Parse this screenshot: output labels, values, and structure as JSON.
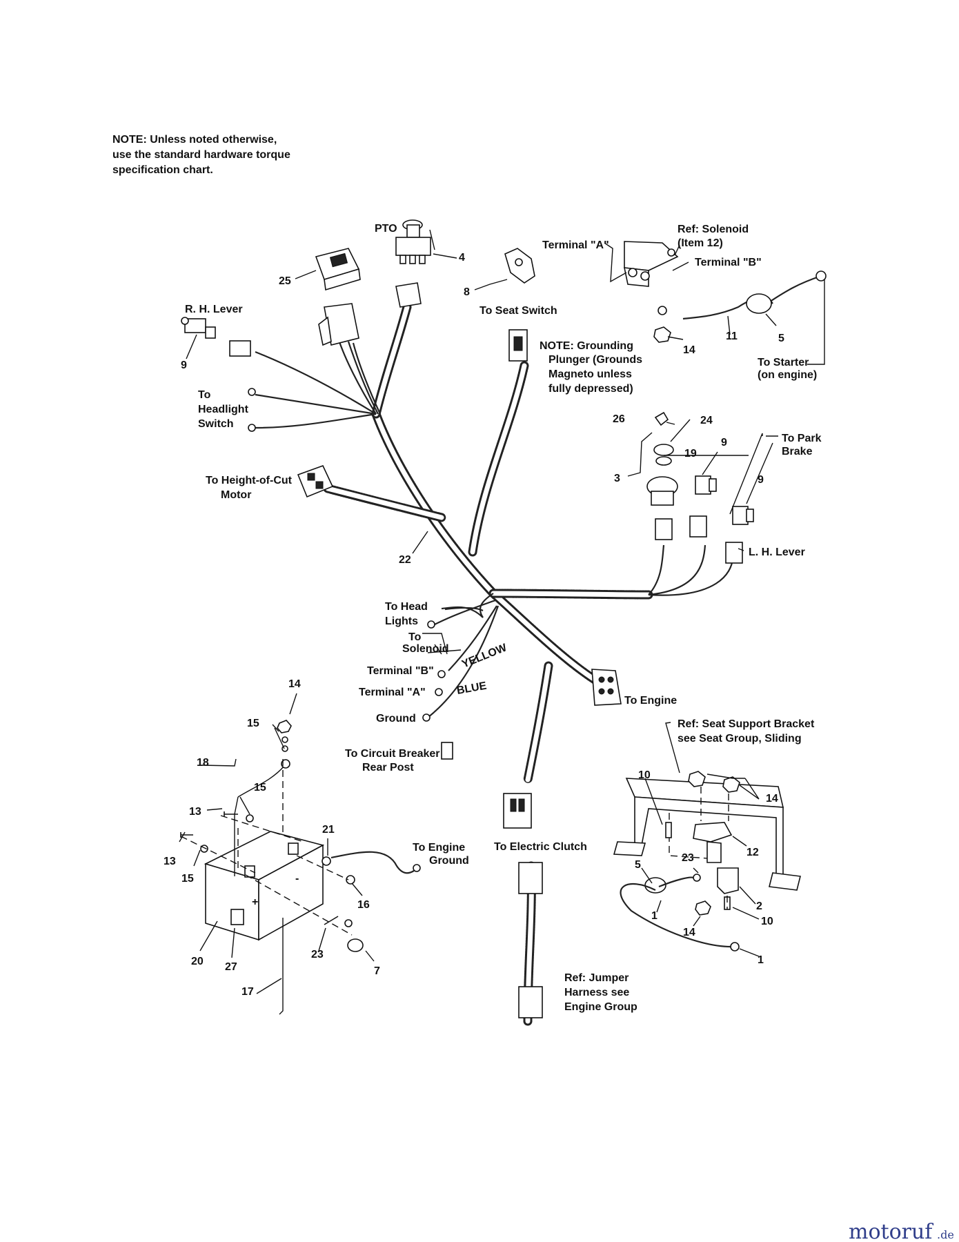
{
  "note": {
    "line1": "NOTE: Unless noted otherwise,",
    "line2": "use the standard hardware torque",
    "line3": "specification chart."
  },
  "labels": {
    "pto": "PTO",
    "terminal_a_top": "Terminal \"A\"",
    "ref_solenoid_1": "Ref: Solenoid",
    "ref_solenoid_2": "(Item 12)",
    "terminal_b_top": "Terminal \"B\"",
    "rh_lever": "R. H. Lever",
    "to_seat_switch": "To Seat Switch",
    "grounding_1": "NOTE: Grounding",
    "grounding_2": "Plunger (Grounds",
    "grounding_3": "Magneto unless",
    "grounding_4": "fully depressed)",
    "to_starter_1": "To Starter",
    "to_starter_2": "(on engine)",
    "headlight_1": "To",
    "headlight_2": "Headlight",
    "headlight_3": "Switch",
    "to_park_1": "To Park",
    "to_park_2": "Brake",
    "hoc_1": "To Height-of-Cut",
    "hoc_2": "Motor",
    "lh_lever": "L. H. Lever",
    "head_lights_1": "To Head",
    "head_lights_2": "Lights",
    "to_solenoid_1": "To",
    "to_solenoid_2": "Solenoid",
    "terminal_b": "Terminal \"B\"",
    "terminal_a": "Terminal \"A\"",
    "yellow": "YELLOW",
    "blue": "BLUE",
    "to_engine": "To Engine",
    "ground": "Ground",
    "circuit_1": "To Circuit Breaker",
    "circuit_2": "Rear Post",
    "seat_bracket_1": "Ref: Seat Support Bracket",
    "seat_bracket_2": "see  Seat Group, Sliding",
    "engine_ground_1": "To Engine",
    "engine_ground_2": "Ground",
    "electric_clutch": "To  Electric Clutch",
    "jumper_1": "Ref: Jumper",
    "jumper_2": "Harness see",
    "jumper_3": "Engine Group"
  },
  "numbers": {
    "n4": "4",
    "n25": "25",
    "n8": "8",
    "n9a": "9",
    "n14a": "14",
    "n11": "11",
    "n5a": "5",
    "n26": "26",
    "n24": "24",
    "n9b": "9",
    "n19": "19",
    "n3": "3",
    "n9c": "9",
    "n22": "22",
    "n14b": "14",
    "n15a": "15",
    "n18": "18",
    "n15b": "15",
    "n13a": "13",
    "n13b": "13",
    "n15c": "15",
    "n21": "21",
    "n16": "16",
    "n20": "20",
    "n27": "27",
    "n23a": "23",
    "n7": "7",
    "n17": "17",
    "n10a": "10",
    "n14c": "14",
    "n12": "12",
    "n5b": "5",
    "n23b": "23",
    "n1a": "1",
    "n2": "2",
    "n10b": "10",
    "n14d": "14",
    "n1b": "1"
  },
  "battery": {
    "plus": "+",
    "minus": "-"
  },
  "watermark": {
    "brand": "motoruf",
    "tld": ".de"
  }
}
